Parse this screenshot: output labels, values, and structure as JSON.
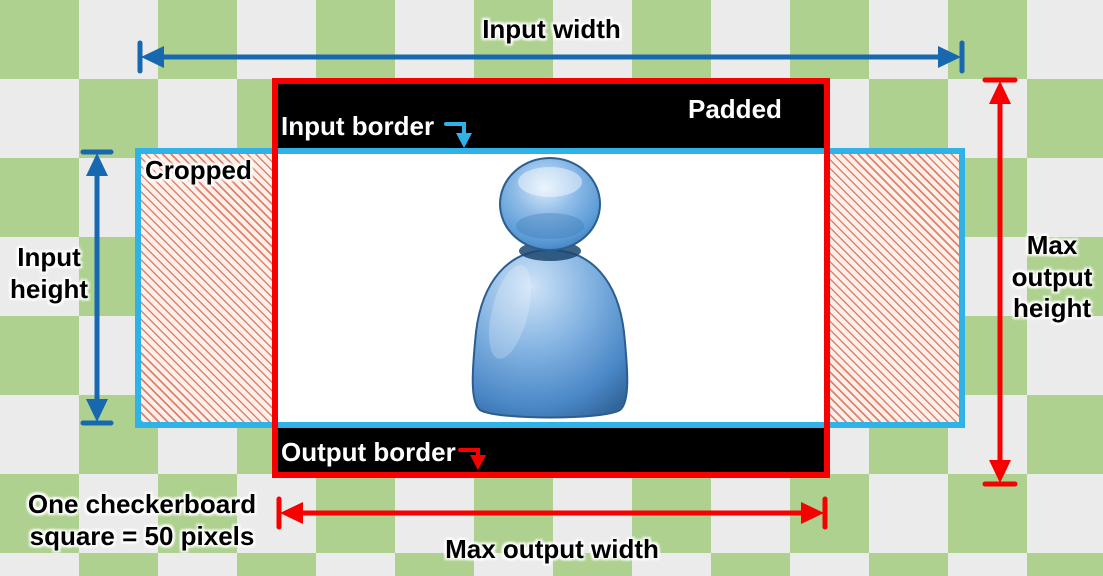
{
  "colors": {
    "checker_green": "#aed190",
    "checker_light": "#ebebeb",
    "arrow_blue": "#1768ae",
    "input_border_color": "#2eb2e8",
    "output_border_color": "#f60000",
    "arrow_red": "#f60000",
    "padded_fill": "#000000",
    "hatch_line": "#e0826b",
    "hatch_bg": "#fdf0ea",
    "person_blue": "#5b9bd5"
  },
  "labels": {
    "input_width": "Input width",
    "padded": "Padded",
    "input_border": "Input border",
    "cropped": "Cropped",
    "input_height": "Input height",
    "max_output_height": "Max output height",
    "output_border": "Output border",
    "checkerboard_note": "One checkerboard square = 50 pixels",
    "max_output_width": "Max output width"
  },
  "icons": {
    "person_icon": "person"
  }
}
